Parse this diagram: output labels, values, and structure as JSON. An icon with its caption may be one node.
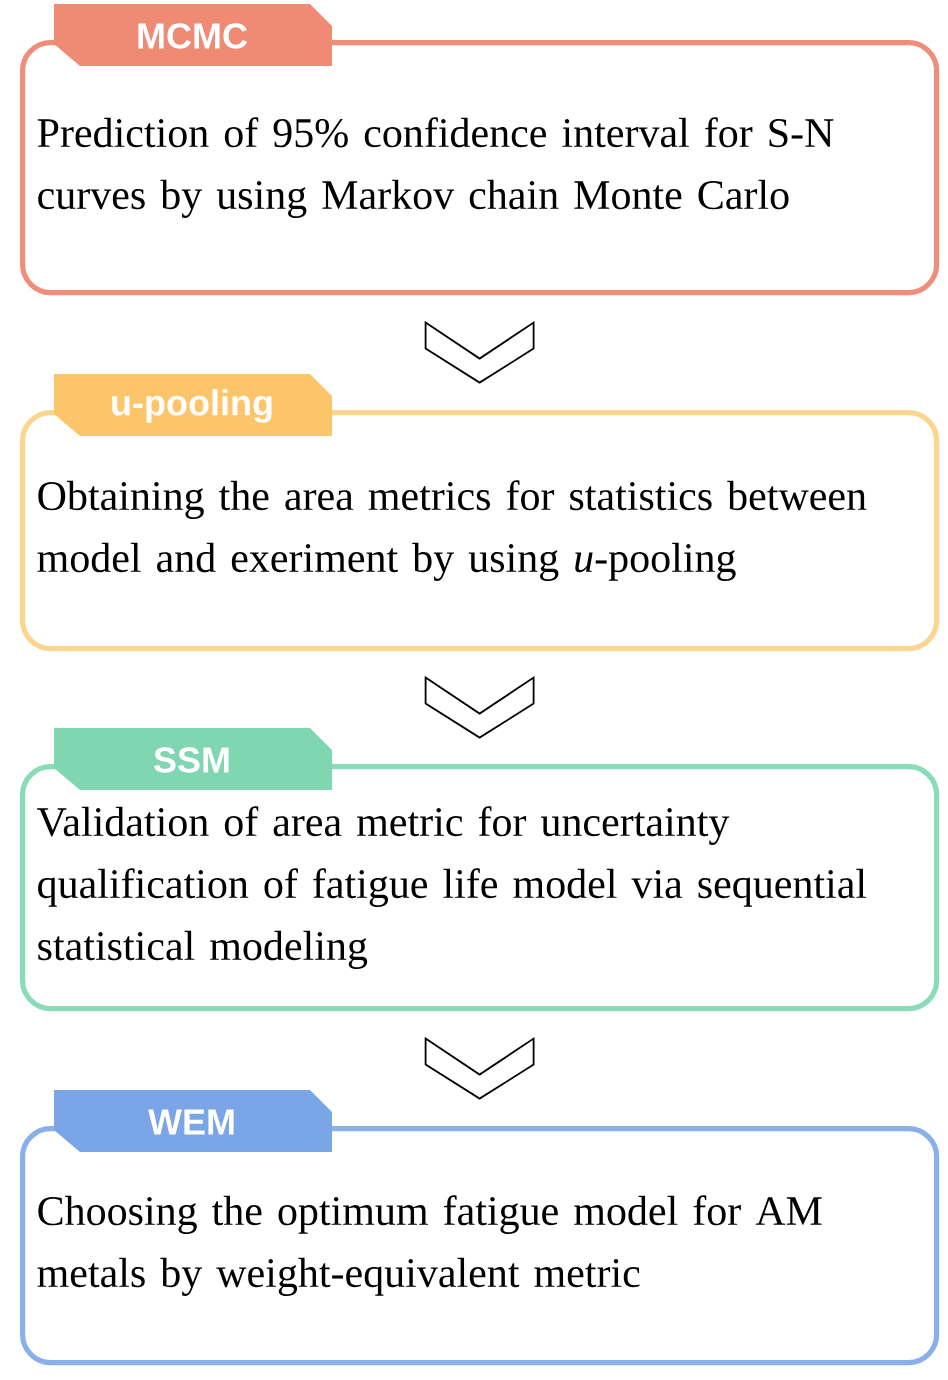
{
  "diagram": {
    "nodes": [
      {
        "text": [
          "MCMC",
          "Prediction of 95% confidence interval for S-N curves by using Markov chain Monte Carlo"
        ]
      },
      {
        "text": [
          "u-pooling",
          "Obtaining the area metrics for statistics between model and exeriment by using *u*-pooling"
        ]
      },
      {
        "text": [
          "SSM",
          "Validation of area metric for uncertainty qualification of fatigue life model via sequential statistical modeling"
        ]
      },
      {
        "text": [
          "WEM",
          "Choosing the optimum fatigue model for AM metals by weight-equivalent metric"
        ]
      }
    ],
    "edges": [
      {
        "from": 0,
        "to": 1,
        "arrow": "to"
      },
      {
        "from": 1,
        "to": 2,
        "arrow": "to"
      },
      {
        "from": 2,
        "to": 3,
        "arrow": "to"
      }
    ]
  }
}
